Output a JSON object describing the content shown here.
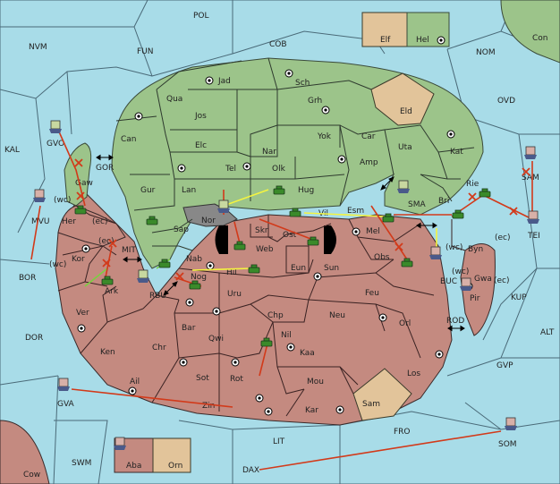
{
  "provinces": {
    "pol": "POL",
    "nvm": "NVM",
    "fun": "FUN",
    "cob": "COB",
    "nom": "NOM",
    "con": "Con",
    "elf": "Elf",
    "hel": "Hel",
    "ovd": "OVD",
    "kal": "KAL",
    "gvo": "GVO",
    "gor": "GOR",
    "gaw": "Gaw",
    "mvu": "MVU",
    "her": "Her",
    "wc1": "(wc)",
    "ec1": "(ec)",
    "mit": "MIT",
    "ec2": "(ec)",
    "kor": "Kor",
    "wc2": "(wc)",
    "bor": "BOR",
    "ark": "Ark",
    "rbu": "RBU",
    "ver": "Ver",
    "dor": "DOR",
    "ken": "Ken",
    "ail": "Ail",
    "gva": "GVA",
    "swm": "SWM",
    "cow": "Cow",
    "aba": "Aba",
    "orn": "Orn",
    "dax": "DAX",
    "lit": "LIT",
    "som": "SOM",
    "fro": "FRO",
    "gvp": "GVP",
    "alt": "ALT",
    "kup": "KUP",
    "bu": "BUC",
    "rod": "ROD",
    "tei": "TEI",
    "sam": "SAM",
    "jad": "Jad",
    "sch": "Sch",
    "qua": "Qua",
    "jos": "Jos",
    "grh": "Grh",
    "eld": "Eld",
    "can": "Can",
    "yok": "Yok",
    "car": "Car",
    "uta": "Uta",
    "kat": "Kat",
    "elc": "Elc",
    "nar": "Nar",
    "tel": "Tel",
    "olk": "Olk",
    "amp": "Amp",
    "gur": "Gur",
    "lan": "Lan",
    "hug": "Hug",
    "sma": "SMA",
    "bri": "Bri",
    "rie": "Rie",
    "nor": "Nor",
    "sap": "Sap",
    "skr": "Skr",
    "web": "Web",
    "ost": "Ost",
    "vil": "Vil",
    "esm": "Esm",
    "mel": "Mel",
    "wc3": "(wc)",
    "byn": "Byn",
    "ec3": "(ec)",
    "nab": "Nab",
    "eun": "Eun",
    "sun": "Sun",
    "obs": "Obs",
    "hil": "Hil",
    "nog": "Nog",
    "wc4": "(wc)",
    "gwa": "Gwa",
    "ec4": "(ec)",
    "uru": "Uru",
    "feu": "Feu",
    "pir": "Pir",
    "chp": "Chp",
    "neu": "Neu",
    "orl": "Orl",
    "bar": "Bar",
    "qwi": "Qwi",
    "nil": "Nil",
    "chr": "Chr",
    "kaa": "Kaa",
    "sot": "Sot",
    "rot": "Rot",
    "mou": "Mou",
    "los": "Los",
    "sam2": "Sam",
    "zin": "Zin",
    "kar": "Kar"
  },
  "colors": {
    "sea": "#a8dce8",
    "land_green": "#9cc48a",
    "land_red": "#c48a80",
    "land_tan": "#e2c49a",
    "impassable": "#888888",
    "order_move": "#d23a1a",
    "order_support": "#f4f440",
    "order_convoy": "#7ad040"
  }
}
